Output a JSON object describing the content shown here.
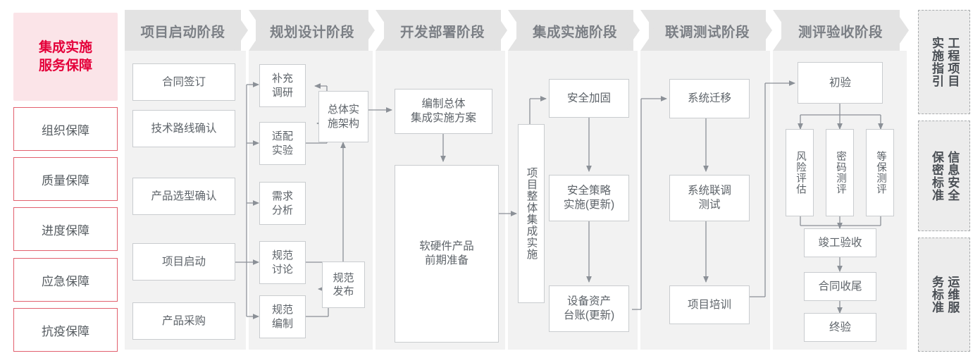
{
  "diagram": {
    "title_panel": {
      "label": "集成实施\n服务保障",
      "color": "#e4003a",
      "bg": "#fbe4e8"
    },
    "guarantees": [
      {
        "label": "组织保障"
      },
      {
        "label": "质量保障"
      },
      {
        "label": "进度保障"
      },
      {
        "label": "应急保障"
      },
      {
        "label": "抗疫保障"
      }
    ],
    "phases": [
      {
        "label": "项目启动阶段"
      },
      {
        "label": "规划设计阶段"
      },
      {
        "label": "开发部署阶段"
      },
      {
        "label": "集成实施阶段"
      },
      {
        "label": "联调测试阶段"
      },
      {
        "label": "测评验收阶段"
      }
    ],
    "nodes": {
      "p1_n1": "合同签订",
      "p1_n2": "技术路线确认",
      "p1_n3": "产品选型确认",
      "p1_n4": "项目启动",
      "p1_n5": "产品采购",
      "p2_n1": "补充\n调研",
      "p2_n2": "适配\n实验",
      "p2_n3": "需求\n分析",
      "p2_n4": "规范\n讨论",
      "p2_n5": "规范\n编制",
      "p2_arch": "总体实\n施架构",
      "p2_pub": "规范\n发布",
      "p3_n1": "编制总体\n集成实施方案",
      "p3_n2": "软硬件产品\n前期准备",
      "p4_main": "项目整体集成实施",
      "p4_n1": "安全加固",
      "p4_n2": "安全策略\n实施(更新)",
      "p4_n3": "设备资产\n台账(更新)",
      "p5_n1": "系统迁移",
      "p5_n2": "系统联调\n测试",
      "p5_n3": "项目培训",
      "p6_n1": "初验",
      "p6_n2": "风险评估",
      "p6_n3": "密码测评",
      "p6_n4": "等保测评",
      "p6_n5": "竣工验收",
      "p6_n6": "合同收尾",
      "p6_n7": "终验"
    },
    "side_panels": [
      {
        "label": "工程项目实施指引"
      },
      {
        "label": "信息安全保密标准"
      },
      {
        "label": "运维服务标准"
      }
    ],
    "colors": {
      "accent_red": "#e4003a",
      "accent_red_border": "#e2606e",
      "accent_red_bg": "#fbe4e8",
      "phase_header_bg": "#e3e3e3",
      "phase_body_bg": "#f2f2f2",
      "node_border": "#c9cccf",
      "node_text": "#5d6369",
      "wire": "#8b9097",
      "side_panel_bg": "#ececec",
      "side_panel_border": "#a9acae"
    }
  }
}
